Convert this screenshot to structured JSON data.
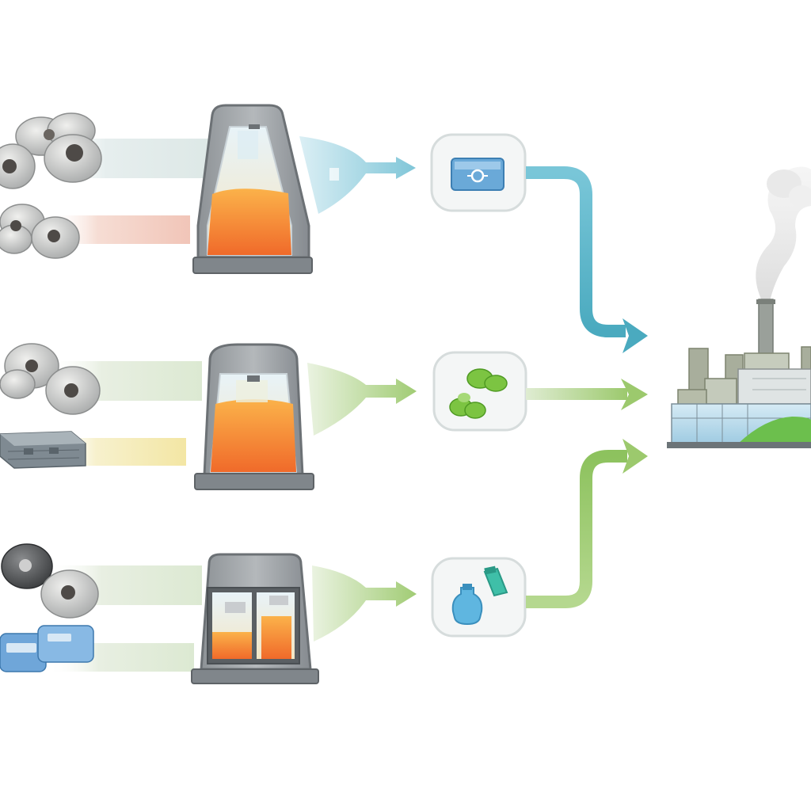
{
  "diagram": {
    "rows": [
      {
        "id": "row-1",
        "inputs": [
          {
            "kind": "ore-rocks",
            "stream_color": "#dfeaea"
          },
          {
            "kind": "ore-rocks",
            "stream_color": "#f2c9bd"
          }
        ],
        "furnace": {
          "style": "tall-flask",
          "fill_color": "#f58a33"
        },
        "flow_color": "#6fc0d3",
        "output_product": {
          "icon": "blue-device-icon",
          "color": "#6aa9d8"
        },
        "to_factory_color": "#57b3c8"
      },
      {
        "id": "row-2",
        "inputs": [
          {
            "kind": "ore-rocks",
            "stream_color": "#e3ecdf"
          },
          {
            "kind": "crate-block",
            "stream_color": "#f4eab0"
          }
        ],
        "furnace": {
          "style": "dome-furnace",
          "fill_color": "#f58a33"
        },
        "flow_color": "#9cc96d",
        "output_product": {
          "icon": "green-pellets-icon",
          "color": "#7cc442"
        },
        "to_factory_color": "#9cc96d"
      },
      {
        "id": "row-3",
        "inputs": [
          {
            "kind": "dark-ore-rocks",
            "stream_color": "#e6ede1"
          },
          {
            "kind": "blue-blocks",
            "stream_color": "#dfecd5"
          }
        ],
        "furnace": {
          "style": "twin-chamber",
          "fill_color": "#f58a33"
        },
        "flow_color": "#9cc96d",
        "output_product": {
          "icon": "bottles-icon",
          "color": "#5fb6e0"
        },
        "to_factory_color": "#9cc96d"
      }
    ],
    "factory": {
      "icon": "factory-icon",
      "accent": "#6cbf4d"
    }
  }
}
